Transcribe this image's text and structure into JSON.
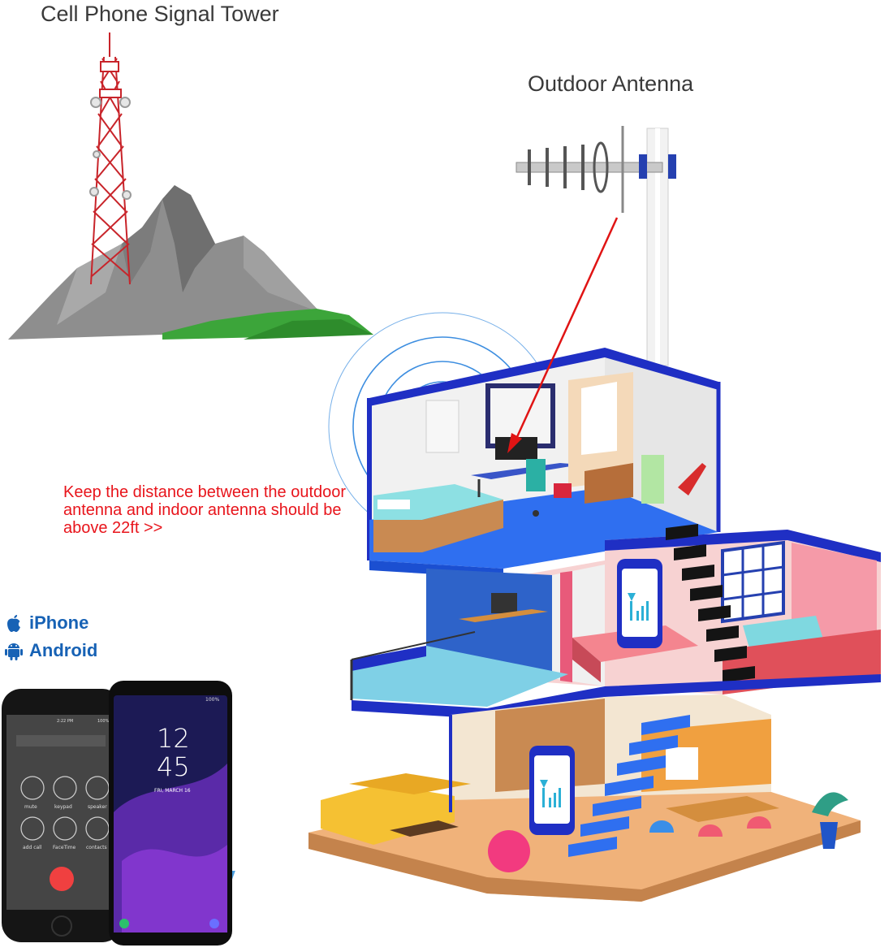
{
  "labels": {
    "tower": "Cell Phone Signal Tower",
    "outdoor_antenna": "Outdoor Antenna",
    "distance_note": "Keep the distance between the outdoor antenna and indoor antenna should be above 22ft >>"
  },
  "platforms": [
    {
      "name": "iPhone",
      "icon": "apple-icon"
    },
    {
      "name": "Android",
      "icon": "android-icon"
    }
  ],
  "iphone_screen": {
    "time": "2:22 PM",
    "battery": "100%",
    "keys": [
      "mute",
      "keypad",
      "speaker",
      "add call",
      "FaceTime",
      "contacts"
    ]
  },
  "android_screen": {
    "battery": "100%",
    "clock_hours": "12",
    "clock_minutes": "45",
    "date": "FRI, MARCH 16"
  },
  "colors": {
    "label_text": "#3a3a3a",
    "note_text": "#e8141b",
    "platform_text": "#1762b5",
    "wall_blue": "#1f2fc4",
    "floor_blue": "#2f6ff0",
    "signal_ring": "#3d8ee0",
    "mountain_gray": "#8a8a8a",
    "grass_green": "#3ca53a",
    "tower_red": "#c8242a",
    "arrow_red": "#e01414"
  }
}
